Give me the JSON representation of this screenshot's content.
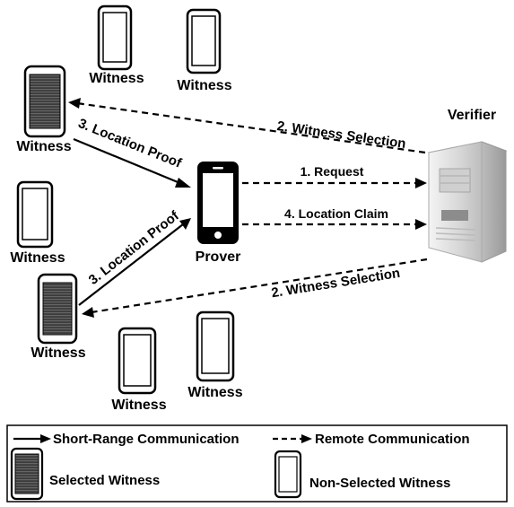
{
  "nodes": {
    "witness_top_left": "Witness",
    "witness_top_right": "Witness",
    "witness_upper_selected": "Witness",
    "witness_middle": "Witness",
    "witness_lower_selected": "Witness",
    "witness_bottom_left": "Witness",
    "witness_bottom_right": "Witness",
    "prover": "Prover",
    "verifier": "Verifier"
  },
  "edges": {
    "witness_selection_upper": "2. Witness Selection",
    "witness_selection_lower": "2. Witness Selection",
    "location_proof_upper": "3. Location Proof",
    "location_proof_lower": "3. Location Proof",
    "request": "1. Request",
    "location_claim": "4. Location Claim"
  },
  "legend": {
    "short_range": "Short-Range Communication",
    "remote": "Remote Communication",
    "selected_witness": "Selected Witness",
    "non_selected_witness": "Non-Selected Witness"
  },
  "colors": {
    "line": "#000000",
    "selected_screen": "#4a4a4a",
    "server_body": "#dcdcdc"
  },
  "icons": {
    "selected_witness": "phone-dark-screen-icon",
    "non_selected_witness": "phone-white-screen-icon",
    "prover": "phone-black-icon",
    "verifier": "server-tower-icon"
  }
}
